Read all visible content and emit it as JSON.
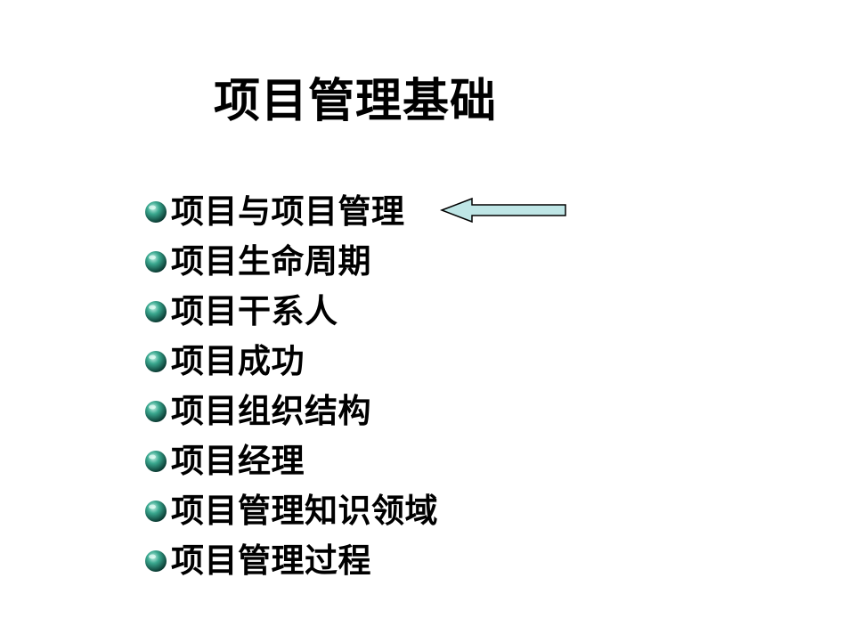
{
  "slide": {
    "title": "项目管理基础",
    "items": [
      {
        "label": "项目与项目管理",
        "current": true
      },
      {
        "label": "项目生命周期",
        "current": false
      },
      {
        "label": "项目干系人",
        "current": false
      },
      {
        "label": "项目成功",
        "current": false
      },
      {
        "label": "项目组织结构",
        "current": false
      },
      {
        "label": "项目经理",
        "current": false
      },
      {
        "label": "项目管理知识领域",
        "current": false
      },
      {
        "label": "项目管理过程",
        "current": false
      }
    ]
  },
  "icons": {
    "bullet": "green-sphere-bullet-icon",
    "pointer": "left-arrow-icon"
  },
  "colors": {
    "text": "#000000",
    "background": "#ffffff",
    "bullet_light": "#7fd6c4",
    "bullet_mid": "#1f8f78",
    "bullet_dark": "#0a4a40",
    "arrow_fill": "#bfe6e6",
    "arrow_stroke": "#000000"
  }
}
